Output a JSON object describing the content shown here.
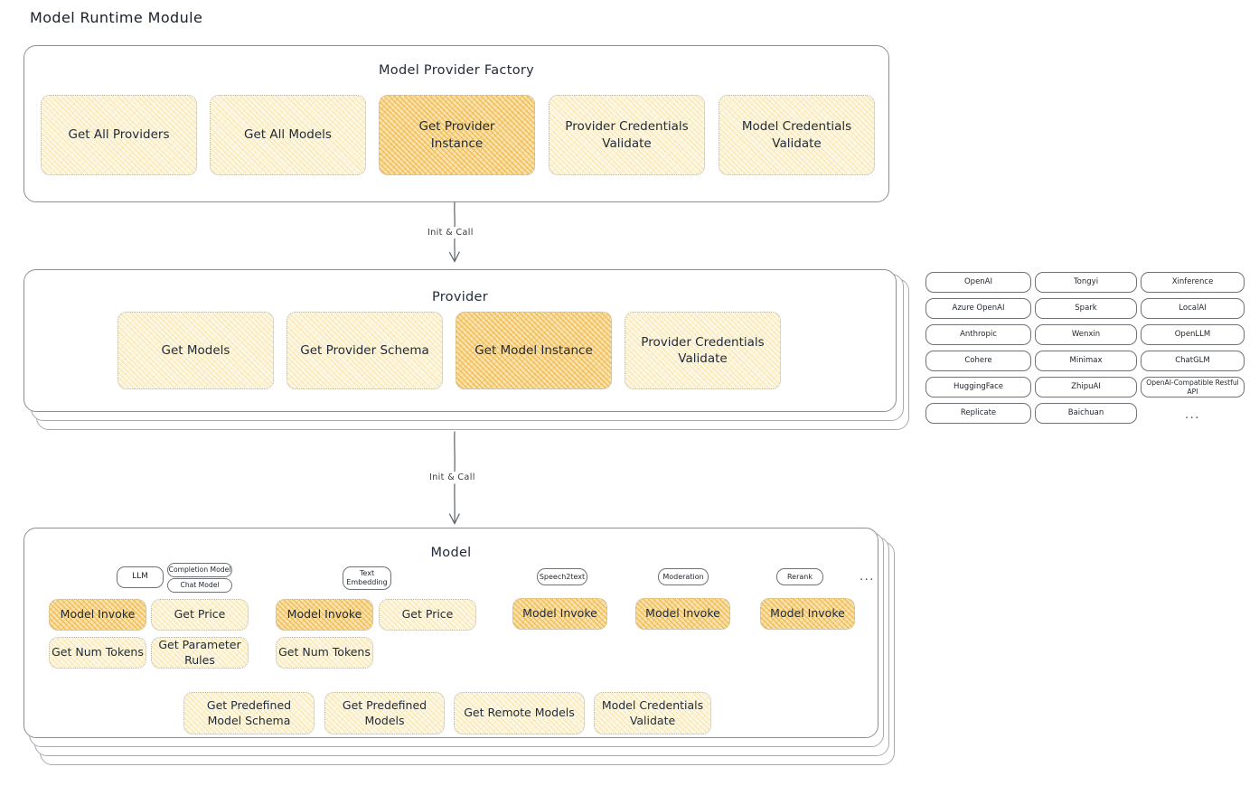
{
  "page": {
    "title": "Model Runtime Module"
  },
  "factory": {
    "title": "Model Provider Factory",
    "boxes": [
      {
        "label": "Get All Providers",
        "highlight": false
      },
      {
        "label": "Get All Models",
        "highlight": false
      },
      {
        "label": "Get Provider Instance",
        "highlight": true
      },
      {
        "label": "Provider Credentials Validate",
        "highlight": false
      },
      {
        "label": "Model Credentials Validate",
        "highlight": false
      }
    ]
  },
  "arrows": [
    {
      "label": "Init & Call"
    },
    {
      "label": "Init & Call"
    }
  ],
  "provider": {
    "title": "Provider",
    "boxes": [
      {
        "label": "Get Models",
        "highlight": false
      },
      {
        "label": "Get Provider Schema",
        "highlight": false
      },
      {
        "label": "Get Model Instance",
        "highlight": true
      },
      {
        "label": "Provider Credentials Validate",
        "highlight": false
      }
    ]
  },
  "provider_list": {
    "columns": [
      [
        "OpenAI",
        "Azure OpenAI",
        "Anthropic",
        "Cohere",
        "HuggingFace",
        "Replicate"
      ],
      [
        "Tongyi",
        "Spark",
        "Wenxin",
        "Minimax",
        "ZhipuAI",
        "Baichuan"
      ],
      [
        "Xinference",
        "LocalAI",
        "OpenLLM",
        "ChatGLM",
        "OpenAI-Compatible Restful API"
      ]
    ],
    "more": "..."
  },
  "model": {
    "title": "Model",
    "more": "...",
    "types": [
      {
        "name": "LLM",
        "sub_chips": [
          "Completion Model",
          "Chat Model"
        ],
        "methods": [
          {
            "label": "Model Invoke",
            "highlight": true
          },
          {
            "label": "Get Price",
            "highlight": false
          },
          {
            "label": "Get Num Tokens",
            "highlight": false
          },
          {
            "label": "Get Parameter Rules",
            "highlight": false
          }
        ]
      },
      {
        "name": "Text Embedding",
        "sub_chips": [],
        "methods": [
          {
            "label": "Model Invoke",
            "highlight": true
          },
          {
            "label": "Get Price",
            "highlight": false
          },
          {
            "label": "Get Num Tokens",
            "highlight": false
          }
        ]
      },
      {
        "name": "Speech2text",
        "sub_chips": [],
        "methods": [
          {
            "label": "Model Invoke",
            "highlight": true
          }
        ]
      },
      {
        "name": "Moderation",
        "sub_chips": [],
        "methods": [
          {
            "label": "Model Invoke",
            "highlight": true
          }
        ]
      },
      {
        "name": "Rerank",
        "sub_chips": [],
        "methods": [
          {
            "label": "Model Invoke",
            "highlight": true
          }
        ]
      }
    ],
    "common_methods": [
      "Get Predefined Model Schema",
      "Get Predefined Models",
      "Get Remote Models",
      "Model Credentials Validate"
    ]
  },
  "colors": {
    "highlight_fill": "#fae3b0",
    "light_fill": "#fdf8e6",
    "provider_chip_fill": "#fdf0f1",
    "model_type_chip_fill": "#edf4fb",
    "panel_border": "#8d8f94",
    "text": "#1f2937"
  }
}
